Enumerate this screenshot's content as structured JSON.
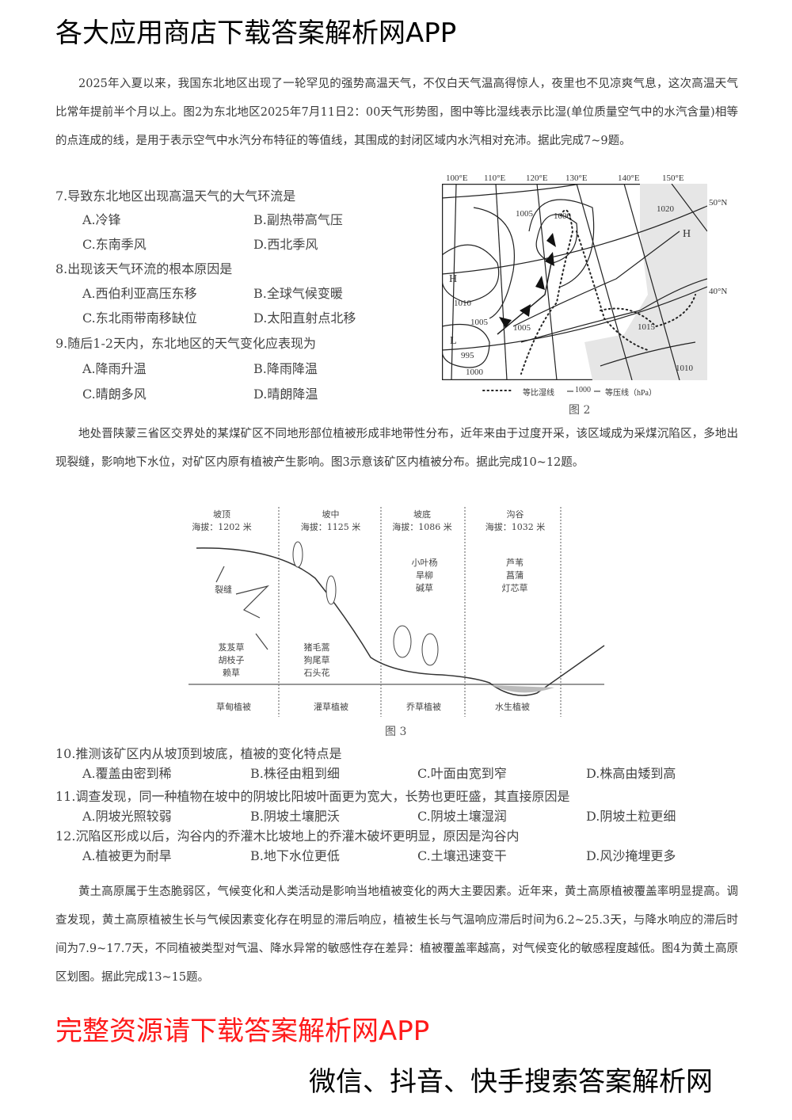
{
  "passage1": "2025年入夏以来，我国东北地区出现了一轮罕见的强势高温天气，不仅白天气温高得惊人，夜里也不见凉爽气息，这次高温天气比常年提前半个月以上。图2为东北地区2025年7月11日2：00天气形势图，图中等比湿线表示比湿(单位质量空气中的水汽含量)相等的点连成的线，是用于表示空气中水汽分布特征的等值线，其围成的封闭区域内水汽相对充沛。据此完成7~9题。",
  "questions_a": [
    {
      "stem": "7.导致东北地区出现高温天气的大气环流是",
      "options": [
        "A.冷锋",
        "B.副热带高气压",
        "C.东南季风",
        "D.西北季风"
      ]
    },
    {
      "stem": "8.出现该天气环流的根本原因是",
      "options": [
        "A.西伯利亚高压东移",
        "B.全球气候变暖",
        "C.东北雨带南移缺位",
        "D.太阳直射点北移"
      ]
    },
    {
      "stem": "9.随后1-2天内，东北地区的天气变化应表现为",
      "options": [
        "A.降雨升温",
        "B.降雨降温",
        "C.晴朗多风",
        "D.晴朗降温"
      ]
    }
  ],
  "figure2": {
    "longitudes": [
      "100°E",
      "110°E",
      "120°E",
      "130°E",
      "140°E",
      "150°E"
    ],
    "latitudes": [
      "50°N",
      "40°N"
    ],
    "isobar_labels": [
      "1005",
      "1000",
      "1020",
      "1010",
      "1005",
      "1005",
      "995",
      "1000",
      "1015",
      "1010"
    ],
    "pressure_centers": [
      "H",
      "H",
      "L"
    ],
    "legend_humidity": "等比湿线",
    "legend_isobar_sample": "1000",
    "legend_isobar": "等压线（hPa）",
    "caption": "图 2"
  },
  "passage2": "地处晋陕蒙三省区交界处的某煤矿区不同地形部位植被形成非地带性分布，近年来由于过度开采，该区域成为采煤沉陷区，多地出现裂缝，影响地下水位，对矿区内原有植被产生影响。图3示意该矿区内植被分布。据此完成10~12题。",
  "figure3": {
    "zones": [
      {
        "position": "坡顶",
        "elevation": "海拔：1202 米",
        "plants": "芨芨草\n胡枝子\n赖草",
        "type": "草甸植被"
      },
      {
        "position": "坡中",
        "elevation": "海拔：1125 米",
        "plants": "猪毛蒿\n狗尾草\n石头花",
        "type": "灌草植被"
      },
      {
        "position": "坡底",
        "elevation": "海拔：1086 米",
        "plants": "小叶杨\n旱柳\n碱草",
        "type": "乔草植被"
      },
      {
        "position": "沟谷",
        "elevation": "海拔：1032 米",
        "plants": "芦苇\n菖蒲\n灯芯草",
        "type": "水生植被"
      }
    ],
    "crack_label": "裂缝",
    "caption": "图 3"
  },
  "questions_b": [
    {
      "stem": "10.推测该矿区内从坡顶到坡底，植被的变化特点是",
      "options": [
        "A.覆盖由密到稀",
        "B.株径由粗到细",
        "C.叶面由宽到窄",
        "D.株高由矮到高"
      ]
    },
    {
      "stem": "11.调查发现，同一种植物在坡中的阴坡比阳坡叶面更为宽大，长势也更旺盛，其直接原因是",
      "options": [
        "A.阴坡光照较弱",
        "B.阴坡土壤肥沃",
        "C.阴坡土壤湿润",
        "D.阴坡土粒更细"
      ]
    },
    {
      "stem": "12.沉陷区形成以后，沟谷内的乔灌木比坡地上的乔灌木破坏更明显，原因是沟谷内",
      "options": [
        "A.植被更为耐旱",
        "B.地下水位更低",
        "C.土壤迅速变干",
        "D.风沙掩埋更多"
      ]
    }
  ],
  "passage3": "黄土高原属于生态脆弱区，气候变化和人类活动是影响当地植被变化的两大主要因素。近年来，黄土高原植被覆盖率明显提高。调查发现，黄土高原植被生长与气候因素变化存在明显的滞后响应，植被生长与气温响应滞后时间为6.2~25.3天，与降水响应的滞后时间为7.9~17.7天，不同植被类型对气温、降水异常的敏感性存在差异：植被覆盖率越高，对气候变化的敏感程度越低。图4为黄土高原区划图。据此完成13~15题。",
  "watermarks": {
    "top_left": "各大应用商店下载答案解析网APP",
    "center": "完整资源请下载答案解析网APP",
    "bottom_right": "微信、抖音、快手搜索答案解析网"
  },
  "colors": {
    "watermark_red": "#ff1a1a",
    "watermark_black": "#000000",
    "text": "#3a3a3a"
  }
}
